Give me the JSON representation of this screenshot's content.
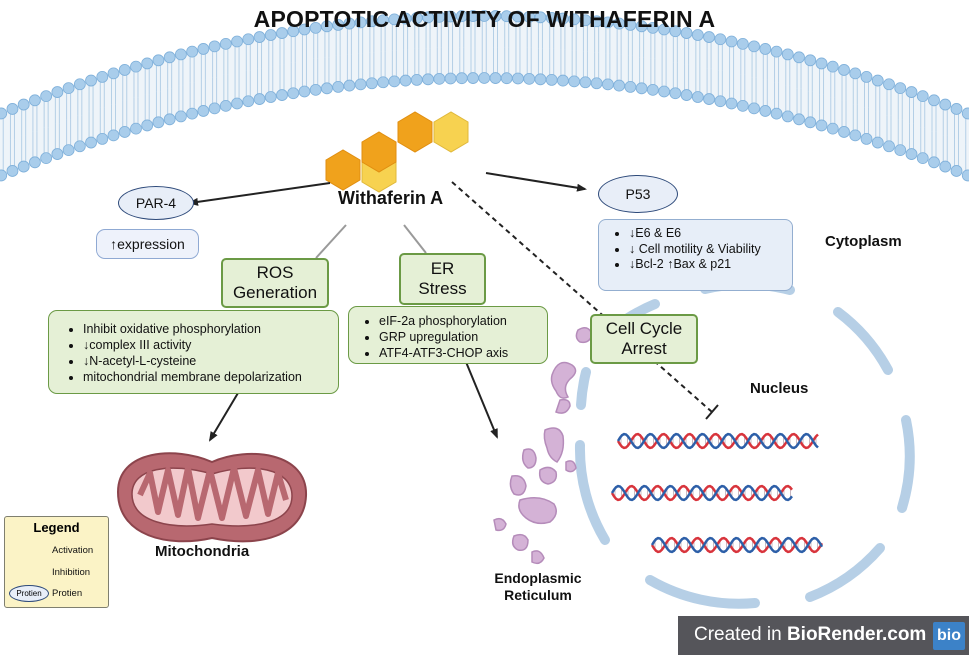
{
  "title": "APOPTOTIC ACTIVITY OF WITHAFERIN A",
  "compound": {
    "label": "Withaferin A"
  },
  "par4": {
    "label": "PAR-4",
    "effect": "↑expression"
  },
  "p53": {
    "label": "P53",
    "effects": [
      "↓E6 & E6",
      "↓ Cell motility & Viability",
      "↓Bcl-2 ↑Bax & p21"
    ]
  },
  "ros": {
    "label": [
      "ROS",
      "Generation"
    ],
    "effects": [
      "Inhibit oxidative phosphorylation",
      "↓complex III activity",
      "↓N-acetyl-L-cysteine",
      "mitochondrial membrane depolarization"
    ]
  },
  "er_stress": {
    "label": [
      "ER",
      "Stress"
    ],
    "effects": [
      "eIF-2a phosphorylation",
      "GRP upregulation",
      "ATF4-ATF3-CHOP axis"
    ]
  },
  "cell_cycle": {
    "label": [
      "Cell Cycle",
      "Arrest"
    ]
  },
  "regions": {
    "cytoplasm": "Cytoplasm",
    "nucleus": "Nucleus",
    "mitochondria": "Mitochondria",
    "er": [
      "Endoplasmic",
      "Reticulum"
    ]
  },
  "legend": {
    "title": "Legend",
    "activation": "Activation",
    "inhibition": "Inhibition",
    "protein_key": "Protien",
    "protein_label": "Protien"
  },
  "footer": {
    "created_in": "Created in ",
    "brand": "BioRender.com",
    "logo": "bio"
  },
  "colors": {
    "membrane_head": "#a9cdeb",
    "membrane_tail": "#eef4f9",
    "green_fill": "#e5f0d6",
    "green_border": "#6b9a45",
    "blue_fill": "#e7eef8",
    "mito": "#b86870",
    "er": "#c9a3cc",
    "dna_red": "#d8343c",
    "dna_blue": "#2d5fa8",
    "hex_orange": "#f0a21c",
    "hex_yellow": "#f7d250"
  },
  "icons": [
    "arrow-icon",
    "inhibition-icon",
    "membrane-icon",
    "molecule-icon",
    "dna-icon",
    "mitochondria-icon",
    "er-icon"
  ]
}
